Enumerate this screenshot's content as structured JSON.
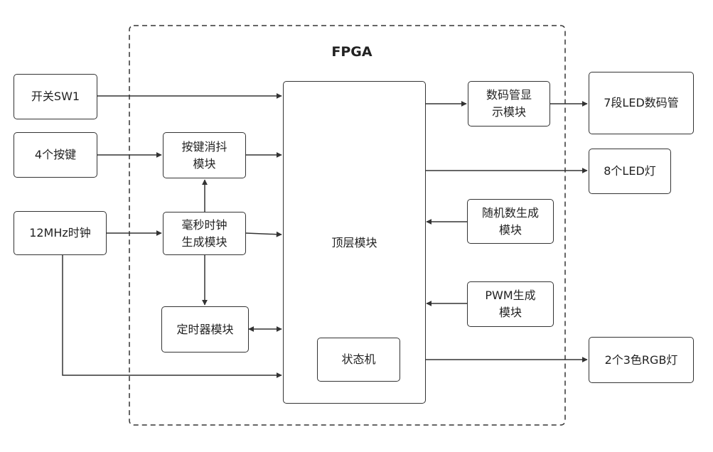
{
  "fpga_label": "FPGA",
  "inputs": {
    "switch": "开关SW1",
    "keys": "4个按键",
    "clock": "12MHz时钟"
  },
  "modules": {
    "debounce": [
      "按键消抖",
      "模块"
    ],
    "ms_clock": [
      "毫秒时钟",
      "生成模块"
    ],
    "timer": "定时器模块",
    "top": "顶层模块",
    "fsm": "状态机",
    "seg_display": [
      "数码管显",
      "示模块"
    ],
    "random": [
      "随机数生成",
      "模块"
    ],
    "pwm": [
      "PWM生成",
      "模块"
    ]
  },
  "outputs": {
    "seg7": "7段LED数码管",
    "leds": "8个LED灯",
    "rgb": "2个3色RGB灯"
  },
  "colors": {
    "stroke": "#333333",
    "background": "#ffffff"
  }
}
